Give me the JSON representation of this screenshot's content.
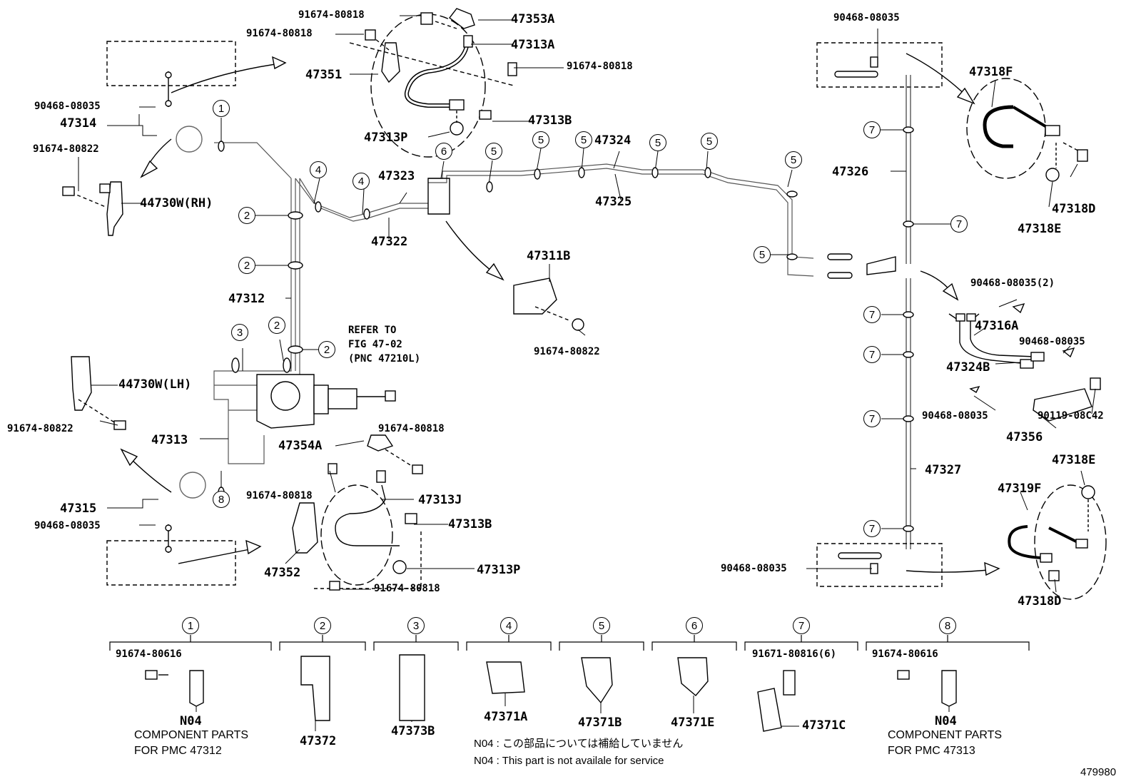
{
  "diagram_id": "479980",
  "parts": {
    "p47353A": "47353A",
    "p47313A": "47313A",
    "p47351": "47351",
    "p47313B_top": "47313B",
    "p47313P_top": "47313P",
    "p47314": "47314",
    "p44730W_RH": "44730W(RH)",
    "p47312": "47312",
    "p47323": "47323",
    "p47322": "47322",
    "p47324": "47324",
    "p47325": "47325",
    "p47311B": "47311B",
    "p44730W_LH": "44730W(LH)",
    "p47313": "47313",
    "p47354A": "47354A",
    "p47313J": "47313J",
    "p47313B_bot": "47313B",
    "p47313P_bot": "47313P",
    "p47315": "47315",
    "p47352": "47352",
    "p47326": "47326",
    "p47327": "47327",
    "p47318F": "47318F",
    "p47318D_top": "47318D",
    "p47318E_top": "47318E",
    "p47316A": "47316A",
    "p47324B": "47324B",
    "p47356": "47356",
    "p47318E_bot": "47318E",
    "p47319F": "47319F",
    "p47318D_bot": "47318D"
  },
  "fasteners": {
    "f1": "91674-80818",
    "f2": "91674-80818",
    "f3": "91674-80818",
    "f4": "90468-08035",
    "f5": "91674-80822",
    "f6": "91674-80822",
    "f7": "91674-80822",
    "f8": "91674-80818",
    "f9": "91674-80818",
    "f10": "90468-08035",
    "f11": "91674-80818",
    "f12": "90468-08035",
    "f13": "90468-08035(2)",
    "f14": "90468-08035",
    "f15": "90468-08035",
    "f16": "90119-08C42",
    "f17": "90468-08035"
  },
  "refer": {
    "line1": "REFER TO",
    "line2": "FIG 47-02",
    "line3": "(PNC 47210L)"
  },
  "callouts": [
    "1",
    "2",
    "3",
    "4",
    "5",
    "6",
    "7",
    "8"
  ],
  "legend": [
    {
      "num": "1",
      "part": "91674-80616",
      "code": "N04",
      "desc1": "COMPONENT PARTS",
      "desc2": "FOR PMC 47312"
    },
    {
      "num": "2",
      "code": "47372"
    },
    {
      "num": "3",
      "code": "47373B"
    },
    {
      "num": "4",
      "code": "47371A"
    },
    {
      "num": "5",
      "code": "47371B"
    },
    {
      "num": "6",
      "code": "47371E"
    },
    {
      "num": "7",
      "part": "91671-80816(6)",
      "code": "47371C"
    },
    {
      "num": "8",
      "part": "91674-80616",
      "code": "N04",
      "desc1": "COMPONENT PARTS",
      "desc2": "FOR PMC 47313"
    }
  ],
  "notes": {
    "jp": "N04 : この部品については補給していません",
    "en": "N04 :  This part is not availale for service"
  }
}
